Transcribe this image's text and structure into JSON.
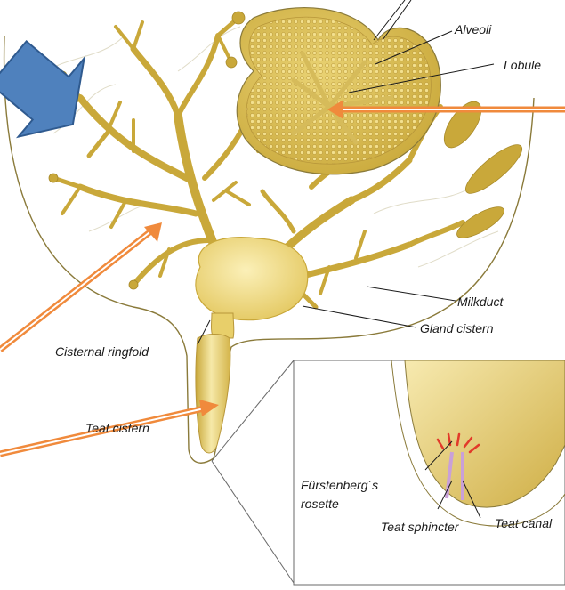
{
  "labels": {
    "alveoli": "Alveoli",
    "lobule": "Lobule",
    "milkduct": "Milkduct",
    "gland_cistern": "Gland cistern",
    "cisternal_ringfold": "Cisternal ringfold",
    "teat_cistern": "Teat cistern",
    "furstenberg_line1": "Fürstenberg´s",
    "furstenberg_line2": "rosette",
    "teat_sphincter": "Teat sphincter",
    "teat_canal": "Teat canal"
  },
  "colors": {
    "tissue_fill": "#e8cf6a",
    "tissue_dark": "#c9a83a",
    "tissue_light": "#f6e9a8",
    "outline": "#8a7a3a",
    "pointer_arrow": "#f08a3c",
    "block_arrow_fill": "#4f81bd",
    "block_arrow_stroke": "#2f5a8f",
    "rosette": "#e23a2a",
    "canal": "#c9a0d8"
  },
  "icons": {
    "block_arrow": "blue-block-arrow-icon",
    "pointer_arrows": "orange-double-line-arrow-icon"
  }
}
